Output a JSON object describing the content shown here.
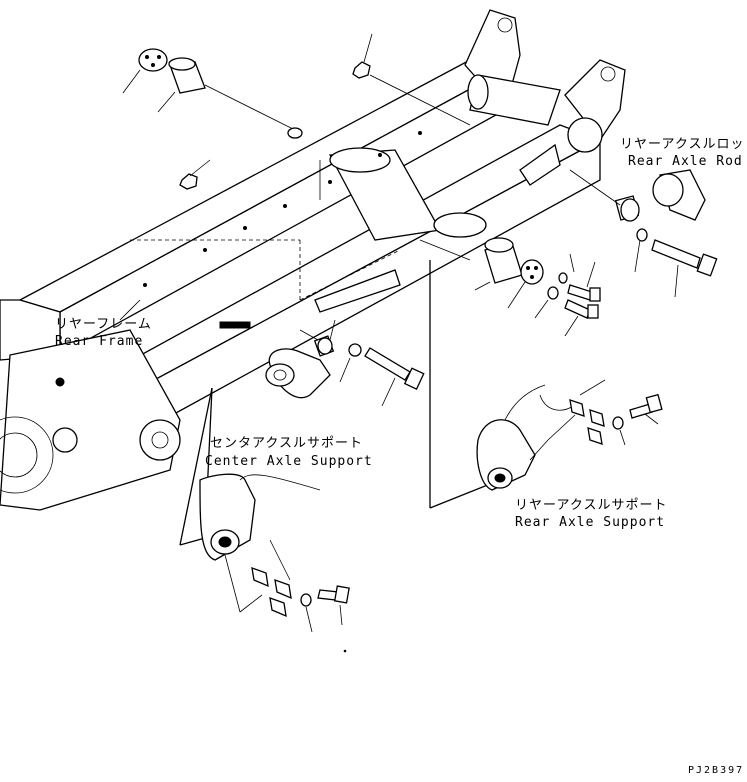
{
  "labels": {
    "rear_axle_rod_jp": "リヤーアクスルロッド",
    "rear_axle_rod_en": "Rear Axle Rod",
    "rear_frame_jp": "リヤーフレーム",
    "rear_frame_en": "Rear Frame",
    "center_axle_support_jp": "センタアクスルサポート",
    "center_axle_support_en": "Center Axle Support",
    "rear_axle_support_jp": "リヤーアクスルサポート",
    "rear_axle_support_en": "Rear Axle Support"
  },
  "drawing_code": "PJ2B397"
}
